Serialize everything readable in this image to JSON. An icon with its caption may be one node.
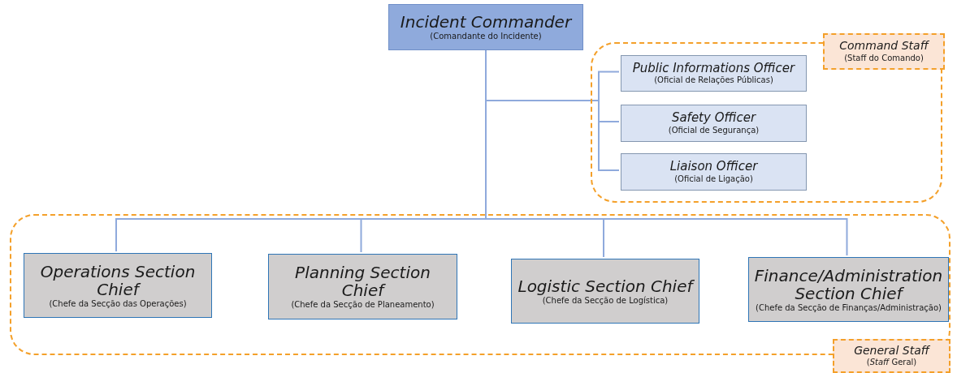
{
  "diagram": {
    "nodes": [
      {
        "text": [
          "Incident Commander",
          "(Comandante do Incidente)"
        ]
      },
      {
        "text": [
          "Command Staff",
          "(Staff do Comando)"
        ]
      },
      {
        "text": [
          "Public Informations Officer",
          "(Oficial de Relações Públicas)"
        ],
        "in": 1
      },
      {
        "text": [
          "Safety Officer",
          "(Oficial de Segurança)"
        ],
        "in": 1
      },
      {
        "text": [
          "Liaison Officer",
          "(Oficial de Ligação)"
        ],
        "in": 1
      },
      {
        "text": [
          "General Staff",
          "(*Staff* Geral)"
        ]
      },
      {
        "text": [
          "Operations Section Chief",
          "(Chefe da Secção das Operações)"
        ],
        "in": 5
      },
      {
        "text": [
          "Planning Section Chief",
          "(Chefe da Secção de Planeamento)"
        ],
        "in": 5
      },
      {
        "text": [
          "Logistic Section Chief",
          "(Chefe da Secção de Logística)"
        ],
        "in": 5
      },
      {
        "text": [
          "Finance/Administration Section Chief",
          "(Chefe da Secção de Finanças/Administração)"
        ],
        "in": 5
      }
    ],
    "edges": [
      {
        "from": 0,
        "to": 2,
        "arrow": "none"
      },
      {
        "from": 0,
        "to": 3,
        "arrow": "none"
      },
      {
        "from": 0,
        "to": 4,
        "arrow": "none"
      },
      {
        "from": 0,
        "to": 6,
        "arrow": "none"
      },
      {
        "from": 0,
        "to": 7,
        "arrow": "none"
      },
      {
        "from": 0,
        "to": 8,
        "arrow": "none"
      },
      {
        "from": 0,
        "to": 9,
        "arrow": "none"
      }
    ]
  }
}
